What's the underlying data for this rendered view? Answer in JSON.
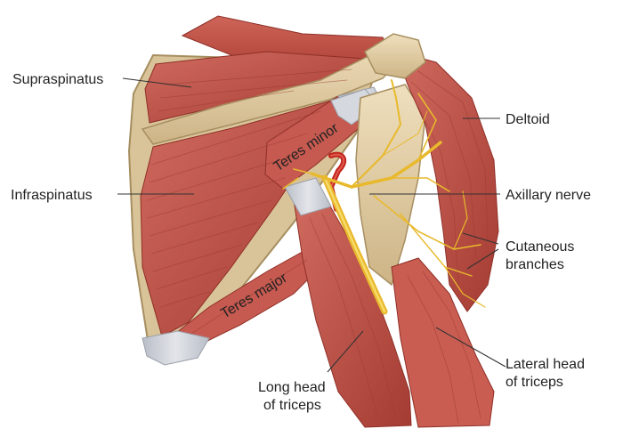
{
  "labels": {
    "supraspinatus": "Supraspinatus",
    "infraspinatus": "Infraspinatus",
    "deltoid": "Deltoid",
    "axillary_nerve": "Axillary nerve",
    "cutaneous_1": "Cutaneous",
    "cutaneous_2": "branches",
    "lateral_head_1": "Lateral head",
    "lateral_head_2": "of triceps",
    "long_head_1": "Long head",
    "long_head_2": "of triceps",
    "teres_minor": "Teres minor",
    "teres_major": "Teres major"
  },
  "colors": {
    "muscle": "#c4574f",
    "muscle_dark": "#8f3027",
    "muscle_light": "#dc8b7d",
    "bone": "#e4d1a8",
    "bone_shadow": "#c3aa7c",
    "tendon": "#d3d6dc",
    "nerve": "#f0c338",
    "artery": "#c2241c"
  }
}
